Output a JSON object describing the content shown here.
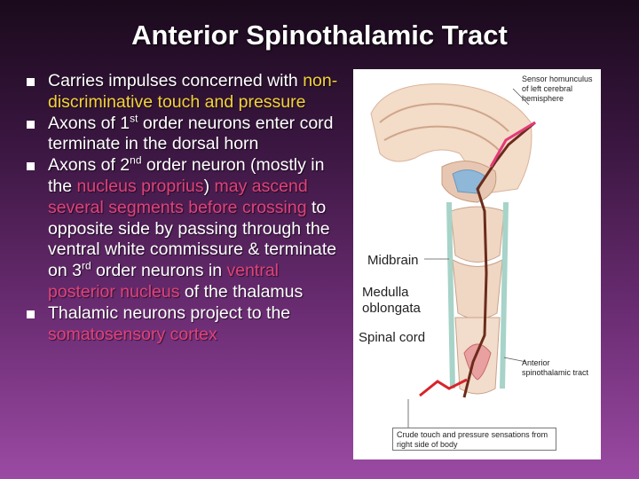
{
  "slide": {
    "title": "Anterior Spinothalamic Tract",
    "bullets": [
      {
        "parts": [
          {
            "text": "Carries impulses concerned with "
          },
          {
            "text": "non- discriminative touch and ",
            "hl": "yellow"
          },
          {
            "text": "pressure",
            "hl": "yellow"
          }
        ]
      },
      {
        "parts": [
          {
            "text": "Axons of 1"
          },
          {
            "text": "st",
            "sup": true
          },
          {
            "text": " order neurons enter cord terminate in the dorsal horn"
          }
        ]
      },
      {
        "parts": [
          {
            "text": "Axons of 2"
          },
          {
            "text": "nd",
            "sup": true
          },
          {
            "text": " order neuron (mostly in the "
          },
          {
            "text": "nucleus proprius",
            "hl": "pink"
          },
          {
            "text": ") "
          },
          {
            "text": "may ascend several segments before crossing",
            "hl": "pink"
          },
          {
            "text": " to opposite side by passing through the ventral white commissure & terminate on 3"
          },
          {
            "text": "rd",
            "sup": true
          },
          {
            "text": " order neurons in "
          },
          {
            "text": "ventral posterior nucleus",
            "hl": "pink"
          },
          {
            "text": " of the thalamus"
          }
        ]
      },
      {
        "parts": [
          {
            "text": "Thalamic neurons project to the "
          },
          {
            "text": "somatosensory cortex",
            "hl": "pink"
          }
        ]
      }
    ]
  },
  "figure": {
    "homunculus_label": "Sensor homunculus of left cerebral hemisphere",
    "midbrain": "Midbrain",
    "medulla": "Medulla oblongata",
    "spinal_cord": "Spinal cord",
    "tract_label": "Anterior spinothalamic tract",
    "caption": "Crude touch and pressure sensations from right side of body"
  }
}
